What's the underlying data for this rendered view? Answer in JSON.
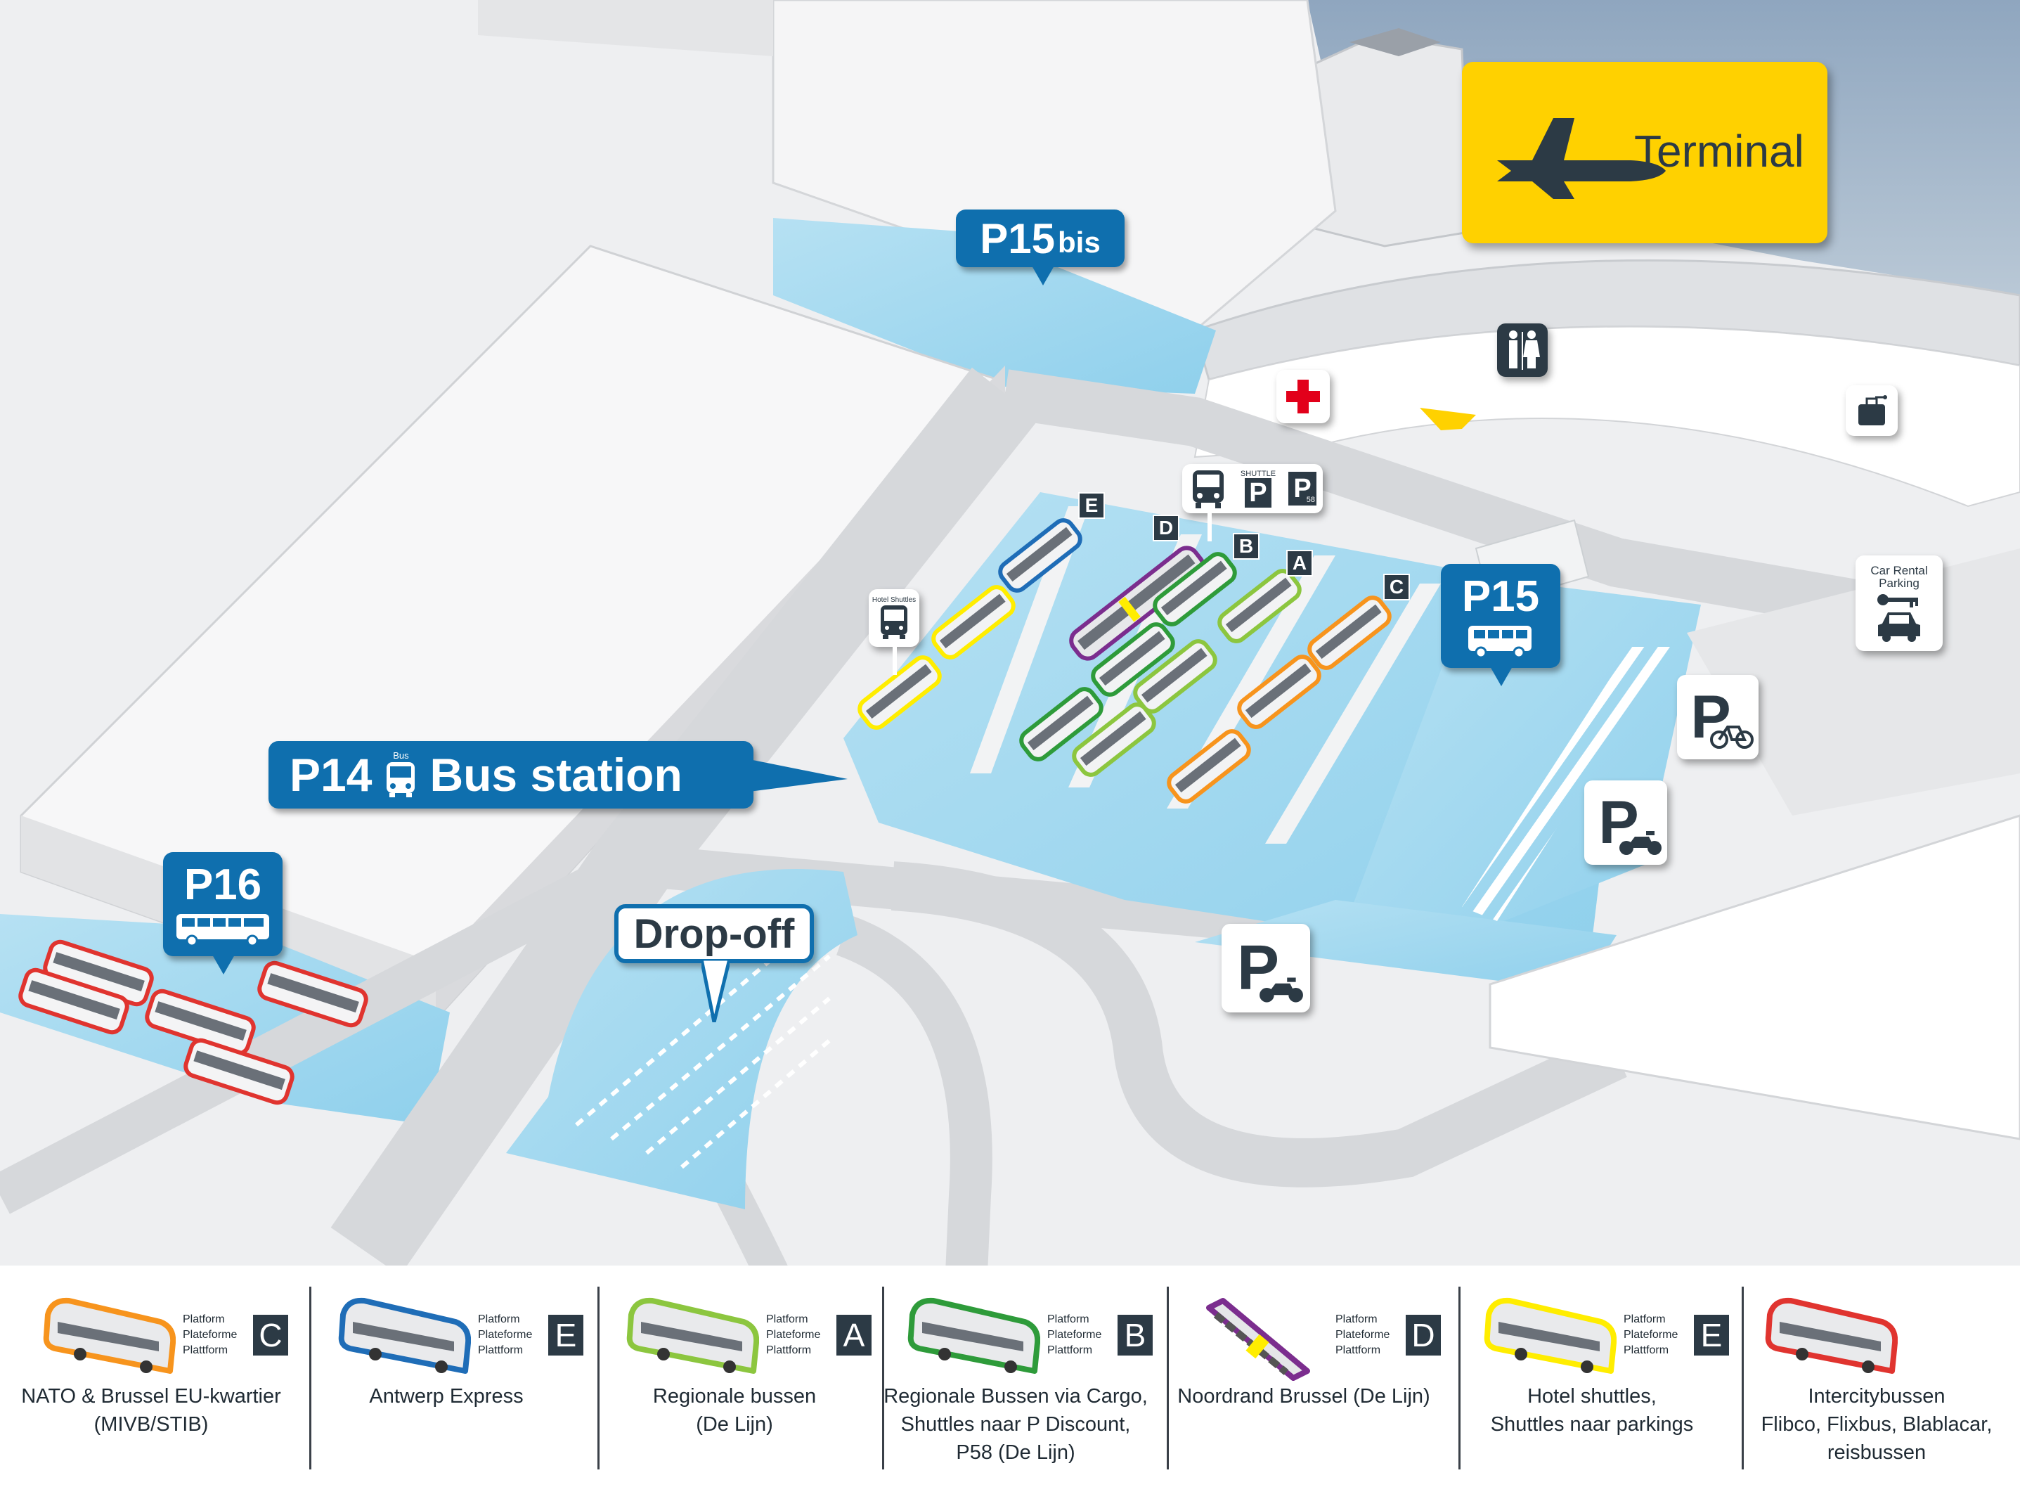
{
  "terminal": {
    "label": "Terminal",
    "bg_color": "#ffd100"
  },
  "parking_labels": {
    "p15bis": {
      "main": "P15",
      "suffix": "bis"
    },
    "p15": "P15",
    "p16": "P16",
    "p14": {
      "code": "P14",
      "icon_caption": "Bus",
      "text": "Bus station"
    },
    "drop_off": "Drop-off"
  },
  "icons": {
    "first_aid": "first-aid-cross-icon",
    "toilets": "toilet-icon",
    "luggage": "luggage-icon",
    "car_rental": {
      "label_line1": "Car Rental",
      "label_line2": "Parking",
      "icon": "car-icon"
    },
    "hotel_shuttles": {
      "label": "Hotel Shuttles",
      "icon": "bus-front-icon"
    },
    "shuttle_parking": {
      "caption": "SHUTTLE",
      "p_label": "P",
      "p58_label": "58"
    },
    "bike_parking": {
      "letter": "P",
      "icon": "bicycle-icon"
    },
    "moto_parking_1": {
      "letter": "P",
      "icon": "motorcycle-icon"
    },
    "moto_parking_2": {
      "letter": "P",
      "icon": "motorcycle-icon"
    }
  },
  "platform_letters": [
    "E",
    "D",
    "B",
    "A",
    "C"
  ],
  "colors": {
    "orange": "#f7941d",
    "blue": "#1f6db7",
    "light_green": "#8cc63f",
    "dark_green": "#2e9b3a",
    "purple": "#7b2d8e",
    "yellow": "#ffed00",
    "red": "#e0342f",
    "water_blue": "#a9dcf0",
    "brand_blue": "#0f6fae"
  },
  "legend": [
    {
      "color": "orange",
      "platform_lines": [
        "Platform",
        "Plateforme",
        "Plattform"
      ],
      "letter": "C",
      "text": [
        "NATO & Brussel EU-kwartier",
        "(MIVB/STIB)"
      ]
    },
    {
      "color": "blue",
      "platform_lines": [
        "Platform",
        "Plateforme",
        "Plattform"
      ],
      "letter": "E",
      "text": [
        "Antwerp Express"
      ]
    },
    {
      "color": "light_green",
      "platform_lines": [
        "Platform",
        "Plateforme",
        "Plattform"
      ],
      "letter": "A",
      "text": [
        "Regionale bussen",
        "(De Lijn)"
      ]
    },
    {
      "color": "dark_green",
      "platform_lines": [
        "Platform",
        "Plateforme",
        "Plattform"
      ],
      "letter": "B",
      "text": [
        "Regionale Bussen via Cargo,",
        "Shuttles naar P Discount,",
        "P58 (De Lijn)"
      ]
    },
    {
      "color": "purple",
      "platform_lines": [
        "Platform",
        "Plateforme",
        "Plattform"
      ],
      "letter": "D",
      "text": [
        "Noordrand Brussel (De Lijn)"
      ]
    },
    {
      "color": "yellow",
      "platform_lines": [
        "Platform",
        "Plateforme",
        "Plattform"
      ],
      "letter": "E",
      "text": [
        "Hotel shuttles,",
        "Shuttles naar parkings"
      ]
    },
    {
      "color": "red",
      "platform_lines": [],
      "letter": "",
      "text": [
        "Intercitybussen",
        "Flibco, Flixbus, Blablacar,",
        "reisbussen"
      ]
    }
  ]
}
